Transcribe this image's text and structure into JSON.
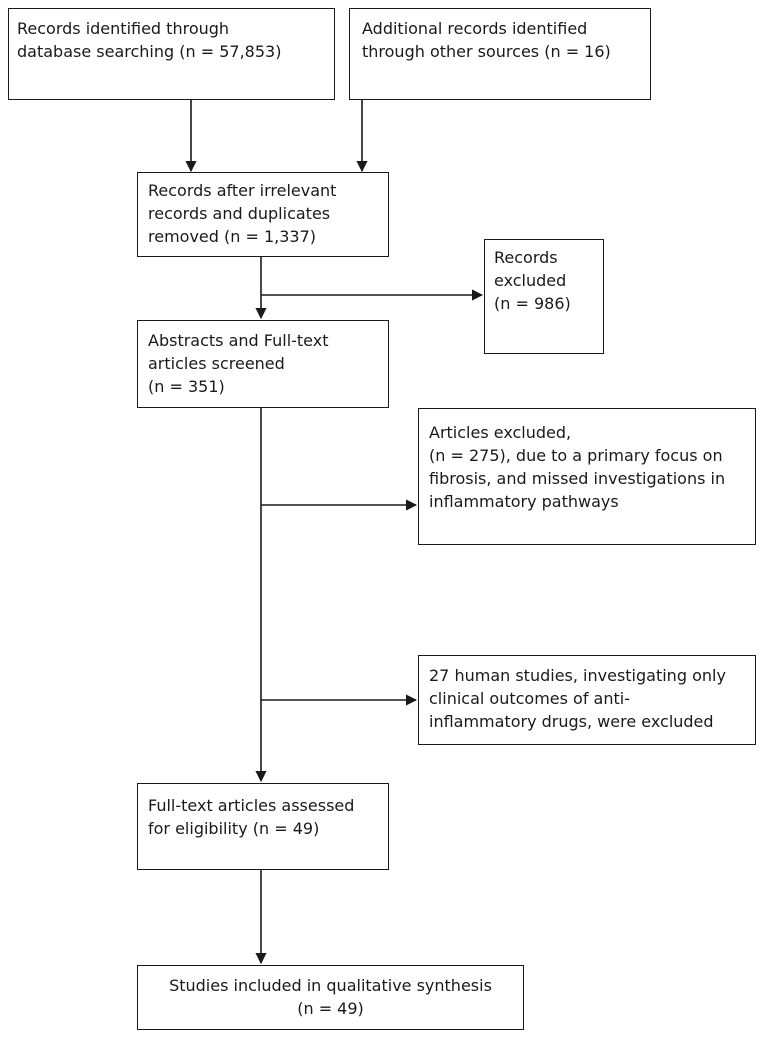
{
  "boxes": {
    "db_search": {
      "lines": [
        "Records identified through",
        "database searching (n = 57,853)"
      ]
    },
    "other_sources": {
      "lines": [
        "Additional records identified",
        "through other sources (n = 16)"
      ]
    },
    "after_duplicates": {
      "lines": [
        "Records after irrelevant",
        "records and duplicates",
        "removed  (n = 1,337)"
      ]
    },
    "records_excluded": {
      "lines": [
        "Records",
        "excluded",
        "(n = 986)"
      ]
    },
    "screened": {
      "lines": [
        "Abstracts and Full-text",
        "articles screened",
        "(n = 351)"
      ]
    },
    "articles_excluded": {
      "lines": [
        "Articles excluded,",
        "(n = 275), due to a primary focus on",
        "fibrosis, and missed investigations in",
        "inflammatory pathways"
      ]
    },
    "human_studies_excluded": {
      "lines": [
        "27 human studies, investigating only",
        "clinical outcomes of anti-",
        "inflammatory drugs, were excluded"
      ]
    },
    "eligibility": {
      "lines": [
        "Full-text articles assessed",
        "for eligibility (n = 49)"
      ]
    },
    "included": {
      "lines": [
        "Studies included in qualitative synthesis",
        "(n = 49)"
      ]
    }
  }
}
